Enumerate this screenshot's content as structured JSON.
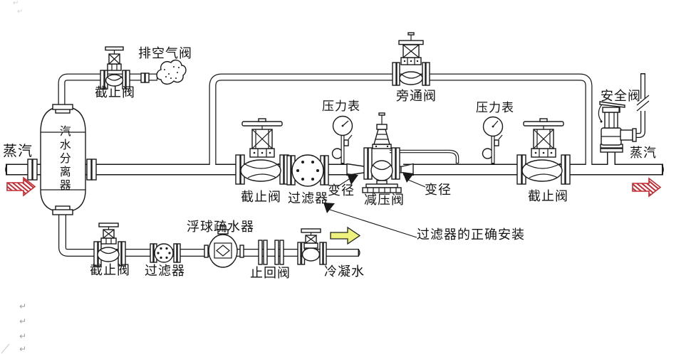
{
  "colors": {
    "ink": "#1a1a1a",
    "arrow_red": "#c42b33",
    "arrow_yellow": "#eef27d",
    "mark_gray": "#98a0a8"
  },
  "labels": {
    "air_vent_valve": "排空气阀",
    "stop_valve_top": "截止阀",
    "steam_left": "蒸汽",
    "separator_vertical": "汽水分离器",
    "bypass_valve": "旁通阀",
    "pressure_gauge_left": "压力表",
    "pressure_gauge_right": "压力表",
    "safety_valve": "安全阀",
    "steam_right": "蒸汽",
    "stop_valve_main_left": "截止阀",
    "strainer_main": "过滤器",
    "reducer_left": "变径",
    "pressure_reducing_valve": "减压阀",
    "reducer_right": "变径",
    "stop_valve_main_right": "截止阀",
    "float_trap": "浮球疏水器",
    "stop_valve_drain": "截止阀",
    "strainer_drain": "过滤器",
    "check_valve": "止回阀",
    "condensate": "冷凝水",
    "strainer_note": "过滤器的正确安装"
  },
  "marks": {
    "return_glyph": "↵"
  }
}
